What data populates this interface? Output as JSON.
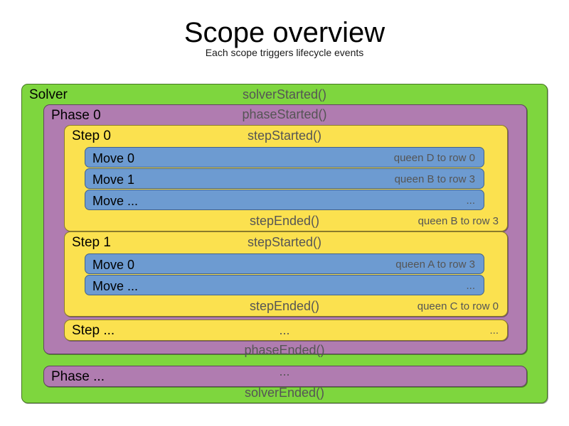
{
  "header": {
    "title": "Scope overview",
    "subtitle": "Each scope triggers lifecycle events"
  },
  "colors": {
    "solver": "#7ed63e",
    "phase": "#b07cb0",
    "step": "#fbe14f",
    "move": "#6d9bd1",
    "event_text": "#555555",
    "label_text": "#000000",
    "background": "#ffffff"
  },
  "diagram": {
    "solver": {
      "label": "Solver",
      "started_event": "solverStarted()",
      "ended_event": "solverEnded()",
      "phases": [
        {
          "label": "Phase 0",
          "started_event": "phaseStarted()",
          "ended_event": "phaseEnded()",
          "steps": [
            {
              "label": "Step 0",
              "started_event": "stepStarted()",
              "ended_event": "stepEnded()",
              "ended_detail": "queen B to row 3",
              "moves": [
                {
                  "label": "Move 0",
                  "detail": "queen D to row 0"
                },
                {
                  "label": "Move 1",
                  "detail": "queen B to row 3"
                },
                {
                  "label": "Move ...",
                  "detail": "..."
                }
              ]
            },
            {
              "label": "Step 1",
              "started_event": "stepStarted()",
              "ended_event": "stepEnded()",
              "ended_detail": "queen C to row 0",
              "moves": [
                {
                  "label": "Move 0",
                  "detail": "queen A to row 3"
                },
                {
                  "label": "Move ...",
                  "detail": "..."
                }
              ]
            },
            {
              "label": "Step ...",
              "started_event": "...",
              "ended_event": "",
              "ended_detail": "",
              "started_detail": "...",
              "moves": []
            }
          ]
        },
        {
          "label": "Phase ...",
          "started_event": "...",
          "ended_event": "",
          "steps": []
        }
      ]
    }
  }
}
